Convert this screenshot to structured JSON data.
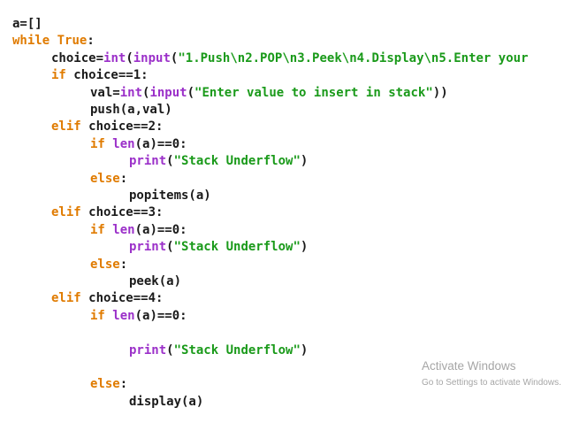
{
  "editor": {
    "lines": [
      {
        "indent": 0,
        "tokens": [
          {
            "t": "tx",
            "v": "a=[]"
          }
        ]
      },
      {
        "indent": 0,
        "tokens": [
          {
            "t": "kw",
            "v": "while"
          },
          {
            "t": "tx",
            "v": " "
          },
          {
            "t": "kw",
            "v": "True"
          },
          {
            "t": "tx",
            "v": ":"
          }
        ]
      },
      {
        "indent": 1,
        "tokens": [
          {
            "t": "tx",
            "v": "choice="
          },
          {
            "t": "bi",
            "v": "int"
          },
          {
            "t": "tx",
            "v": "("
          },
          {
            "t": "bi",
            "v": "input"
          },
          {
            "t": "tx",
            "v": "("
          },
          {
            "t": "st",
            "v": "\"1.Push\\n2.POP\\n3.Peek\\n4.Display\\n5.Enter your"
          }
        ]
      },
      {
        "indent": 1,
        "tokens": [
          {
            "t": "kw",
            "v": "if"
          },
          {
            "t": "tx",
            "v": " choice==1:"
          }
        ]
      },
      {
        "indent": 2,
        "tokens": [
          {
            "t": "tx",
            "v": "val="
          },
          {
            "t": "bi",
            "v": "int"
          },
          {
            "t": "tx",
            "v": "("
          },
          {
            "t": "bi",
            "v": "input"
          },
          {
            "t": "tx",
            "v": "("
          },
          {
            "t": "st",
            "v": "\"Enter value to insert in stack\""
          },
          {
            "t": "tx",
            "v": "))"
          }
        ]
      },
      {
        "indent": 2,
        "tokens": [
          {
            "t": "tx",
            "v": "push(a,val)"
          }
        ]
      },
      {
        "indent": 1,
        "tokens": [
          {
            "t": "kw",
            "v": "elif"
          },
          {
            "t": "tx",
            "v": " choice==2:"
          }
        ]
      },
      {
        "indent": 2,
        "tokens": [
          {
            "t": "kw",
            "v": "if"
          },
          {
            "t": "tx",
            "v": " "
          },
          {
            "t": "bi",
            "v": "len"
          },
          {
            "t": "tx",
            "v": "(a)==0:"
          }
        ]
      },
      {
        "indent": 3,
        "tokens": [
          {
            "t": "bi",
            "v": "print"
          },
          {
            "t": "tx",
            "v": "("
          },
          {
            "t": "st",
            "v": "\"Stack Underflow\""
          },
          {
            "t": "tx",
            "v": ")"
          }
        ]
      },
      {
        "indent": 2,
        "tokens": [
          {
            "t": "kw",
            "v": "else"
          },
          {
            "t": "tx",
            "v": ":"
          }
        ]
      },
      {
        "indent": 3,
        "tokens": [
          {
            "t": "tx",
            "v": "popitems(a)"
          }
        ]
      },
      {
        "indent": 1,
        "tokens": [
          {
            "t": "kw",
            "v": "elif"
          },
          {
            "t": "tx",
            "v": " choice==3:"
          }
        ]
      },
      {
        "indent": 2,
        "tokens": [
          {
            "t": "kw",
            "v": "if"
          },
          {
            "t": "tx",
            "v": " "
          },
          {
            "t": "bi",
            "v": "len"
          },
          {
            "t": "tx",
            "v": "(a)==0:"
          }
        ]
      },
      {
        "indent": 3,
        "tokens": [
          {
            "t": "bi",
            "v": "print"
          },
          {
            "t": "tx",
            "v": "("
          },
          {
            "t": "st",
            "v": "\"Stack Underflow\""
          },
          {
            "t": "tx",
            "v": ")"
          }
        ]
      },
      {
        "indent": 2,
        "tokens": [
          {
            "t": "kw",
            "v": "else"
          },
          {
            "t": "tx",
            "v": ":"
          }
        ]
      },
      {
        "indent": 3,
        "tokens": [
          {
            "t": "tx",
            "v": "peek(a)"
          }
        ]
      },
      {
        "indent": 1,
        "tokens": [
          {
            "t": "kw",
            "v": "elif"
          },
          {
            "t": "tx",
            "v": " choice==4:"
          }
        ]
      },
      {
        "indent": 2,
        "tokens": [
          {
            "t": "kw",
            "v": "if"
          },
          {
            "t": "tx",
            "v": " "
          },
          {
            "t": "bi",
            "v": "len"
          },
          {
            "t": "tx",
            "v": "(a)==0:"
          }
        ]
      },
      {
        "indent": 0,
        "tokens": []
      },
      {
        "indent": 3,
        "tokens": [
          {
            "t": "bi",
            "v": "print"
          },
          {
            "t": "tx",
            "v": "("
          },
          {
            "t": "st",
            "v": "\"Stack Underflow\""
          },
          {
            "t": "tx",
            "v": ")"
          }
        ]
      },
      {
        "indent": 0,
        "tokens": []
      },
      {
        "indent": 2,
        "tokens": [
          {
            "t": "kw",
            "v": "else"
          },
          {
            "t": "tx",
            "v": ":"
          }
        ]
      },
      {
        "indent": 3,
        "tokens": [
          {
            "t": "tx",
            "v": "display(a)"
          }
        ]
      }
    ]
  },
  "watermark": {
    "title": "Activate Windows",
    "subtitle": "Go to Settings to activate Windows."
  },
  "colors": {
    "keyword": "#e07b00",
    "builtin": "#9b30c9",
    "string": "#1a9a1a",
    "text": "#1a1a1a",
    "watermark": "#a6a6a6"
  }
}
